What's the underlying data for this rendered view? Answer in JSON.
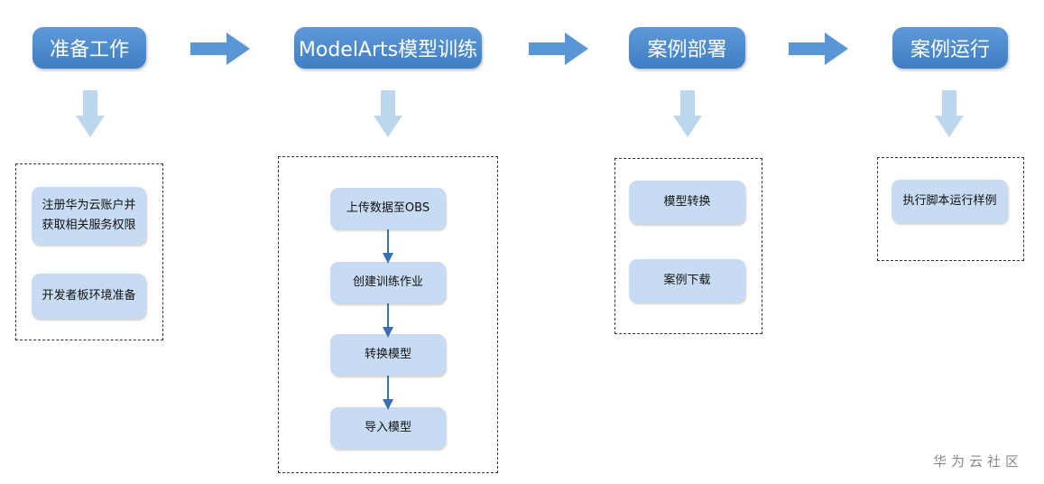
{
  "stages": {
    "prep": "准备工作",
    "training": "ModelArts模型训练",
    "deploy": "案例部署",
    "run": "案例运行"
  },
  "prep_steps": [
    "注册华为云账户并\n获取相关服务权限",
    "开发者板环境准备"
  ],
  "training_steps": [
    "上传数据至OBS",
    "创建训练作业",
    "转换模型",
    "导入模型"
  ],
  "deploy_steps": [
    "模型转换",
    "案例下载"
  ],
  "run_steps": [
    "执行脚本运行样例"
  ],
  "watermark": "华为云社区",
  "colors": {
    "stage": "#4a88cc",
    "step": "#c7dcf3",
    "arrow": "#5a96d6",
    "down_arrow": "#bcd6ee",
    "flow_arrow": "#3a70b5"
  }
}
